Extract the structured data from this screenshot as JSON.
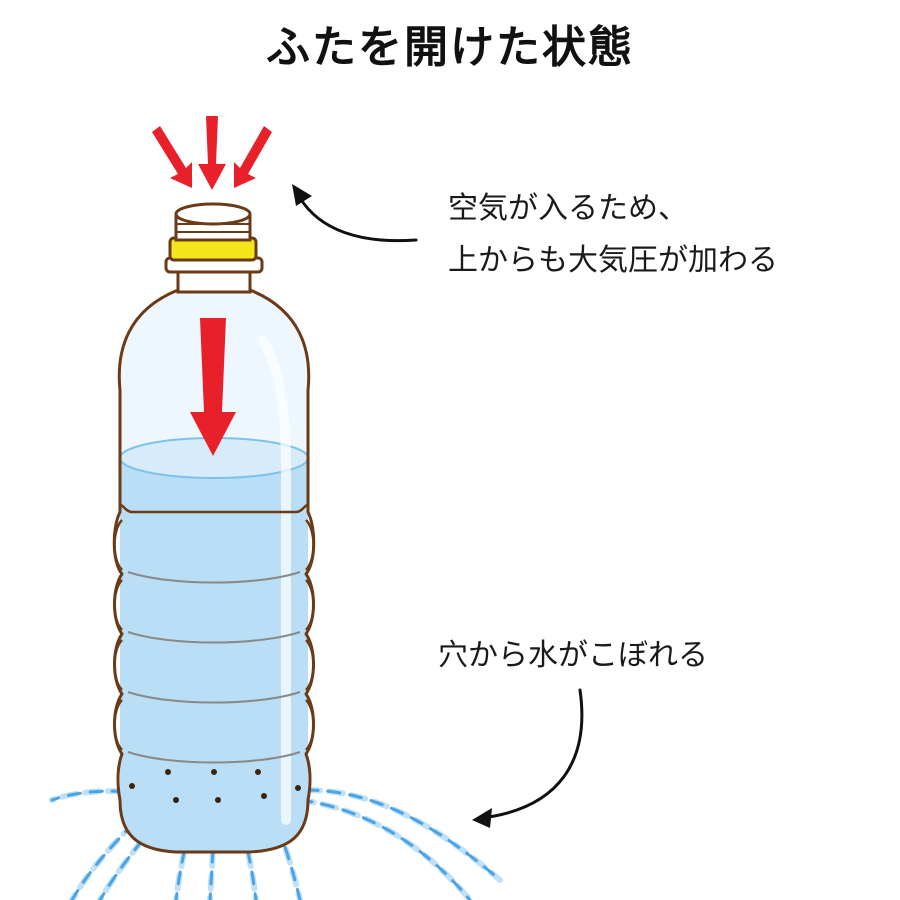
{
  "title": "ふたを開けた状態",
  "annotations": {
    "air_pressure": {
      "line1": "空気が入るため、",
      "line2": "上からも大気圧が加わる"
    },
    "water_spill": "穴から水がこぼれる"
  },
  "colors": {
    "bottle_outline": "#6b3a16",
    "cap_ring": "#f5e61c",
    "water": "#b9def5",
    "water_surface": "#7fc1ec",
    "water_jet": "#4aa3e6",
    "pressure_arrow": "#e8202a",
    "pointer_arrow": "#111111"
  },
  "icons": {
    "air_arrows": "red-down-arrows",
    "pressure_arrow": "red-down-arrow",
    "pointer_to_cap": "curved-arrow",
    "pointer_to_water": "curved-arrow"
  }
}
